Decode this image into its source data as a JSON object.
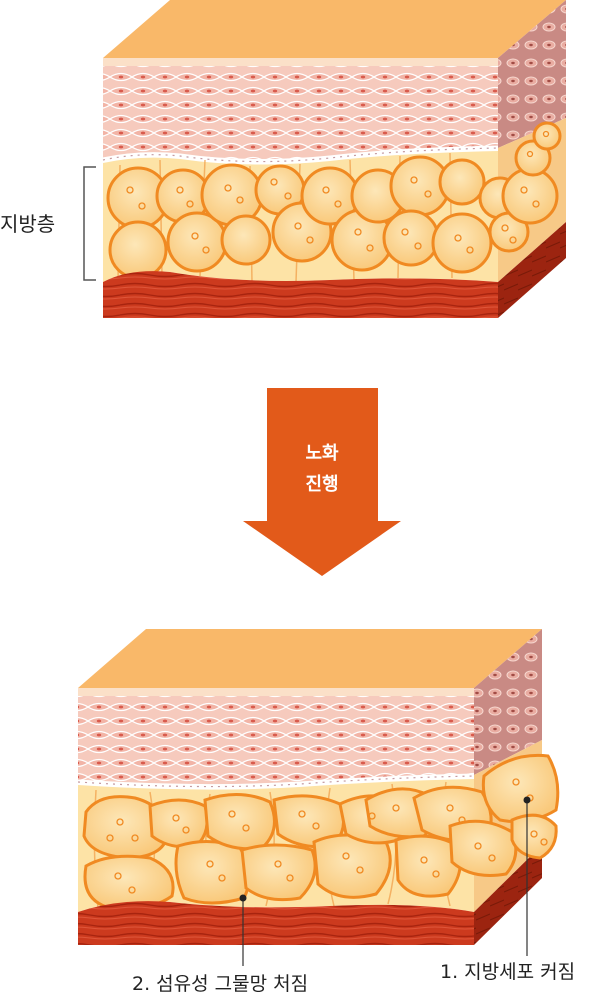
{
  "labels": {
    "fat_layer": "지방층",
    "arrow_line1": "노화",
    "arrow_line2": "진행",
    "callout_fibrous": "2. 섬유성 그물망 처짐",
    "callout_fat_cell": "1. 지방세포 커짐"
  },
  "colors": {
    "skin_top": "#f9b869",
    "epidermis": "#f4c3b7",
    "epidermis_line": "#ffffff",
    "cell_side": "#d89c92",
    "fat_bg": "#fde3a6",
    "fat_cell_fill": "#fbcf86",
    "fat_cell_stroke": "#f08a22",
    "muscle": "#c8321a",
    "muscle_dark": "#a0240f",
    "arrow": "#e25a1a",
    "bracket": "#555555"
  }
}
